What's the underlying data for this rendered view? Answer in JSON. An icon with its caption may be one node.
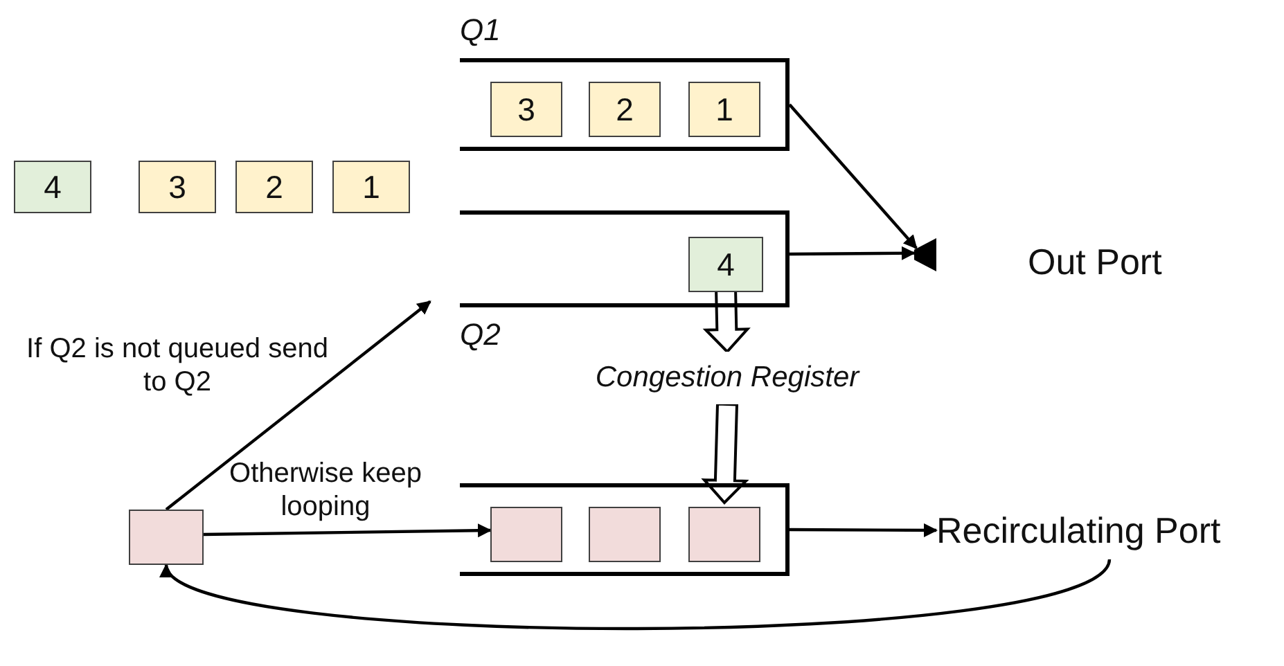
{
  "diagram": {
    "nodes": [
      {
        "text": [
          "4"
        ]
      },
      {
        "text": [
          "3"
        ]
      },
      {
        "text": [
          "2"
        ]
      },
      {
        "text": [
          "1"
        ]
      },
      {
        "text": [
          "Q1"
        ]
      },
      {
        "text": [
          "3"
        ],
        "in": 4
      },
      {
        "text": [
          "2"
        ],
        "in": 4
      },
      {
        "text": [
          "1"
        ],
        "in": 4
      },
      {
        "text": [
          "Q2"
        ]
      },
      {
        "text": [
          "4"
        ],
        "in": 8
      },
      {
        "text": [],
        "shape": "triangle",
        "beside": [
          "Out Port"
        ]
      },
      {
        "text": [
          "Congestion Register"
        ]
      },
      {
        "text": [],
        "shape": "box"
      },
      {
        "text": [],
        "shape": "box"
      },
      {
        "text": [],
        "shape": "box",
        "in": 13
      },
      {
        "text": [],
        "shape": "box",
        "in": 13
      },
      {
        "text": [],
        "shape": "box",
        "in": 13
      },
      {
        "text": [
          "Recirculating Port"
        ]
      }
    ],
    "edges": [
      {
        "from": 12,
        "to": 8,
        "arrow": "to",
        "label": "If Q2 is not queued send to Q2"
      },
      {
        "from": 12,
        "to": 14,
        "arrow": "to",
        "label": "Otherwise keep looping"
      },
      {
        "from": 4,
        "to": 10,
        "arrow": "to"
      },
      {
        "from": 8,
        "to": 10,
        "arrow": "to"
      },
      {
        "from": 9,
        "to": 11,
        "arrow": "to",
        "style": "thick"
      },
      {
        "from": 11,
        "to": 16,
        "arrow": "to",
        "style": "thick"
      },
      {
        "from": 13,
        "to": 17,
        "arrow": "to"
      },
      {
        "from": 17,
        "to": 12,
        "arrow": "to"
      }
    ]
  }
}
